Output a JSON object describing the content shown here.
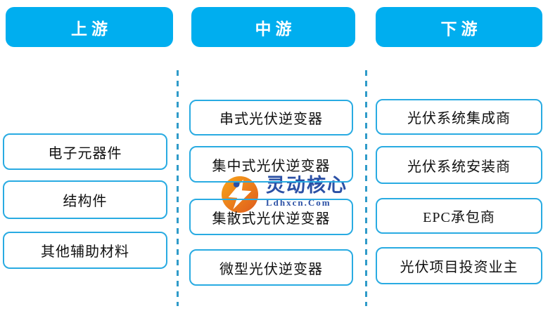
{
  "columns": [
    {
      "id": "upstream",
      "header": "上游",
      "items": [
        "电子元器件",
        "结构件",
        "其他辅助材料"
      ]
    },
    {
      "id": "midstream",
      "header": "中游",
      "items": [
        "串式光伏逆变器",
        "集中式光伏逆变器",
        "集散式光伏逆变器",
        "微型光伏逆变器"
      ]
    },
    {
      "id": "downstream",
      "header": "下游",
      "items": [
        "光伏系统集成商",
        "光伏系统安装商",
        "EPC承包商",
        "光伏项目投资业主"
      ]
    }
  ],
  "watermark": {
    "brand": "灵动核心",
    "domain_text": "Ldhxcn.Com",
    "logo_icon": "lingdong-hexin-logo"
  },
  "colors": {
    "background": "#FFFFFF",
    "header_fill": "#00AEEF",
    "header_text": "#FFFFFF",
    "box_border": "#29ABE2",
    "box_text": "#111111",
    "divider": "#2F9BC9",
    "watermark_text": "#2B50A5",
    "logo_orange_light": "#F9A51A",
    "logo_orange_dark": "#DE5A1C"
  }
}
